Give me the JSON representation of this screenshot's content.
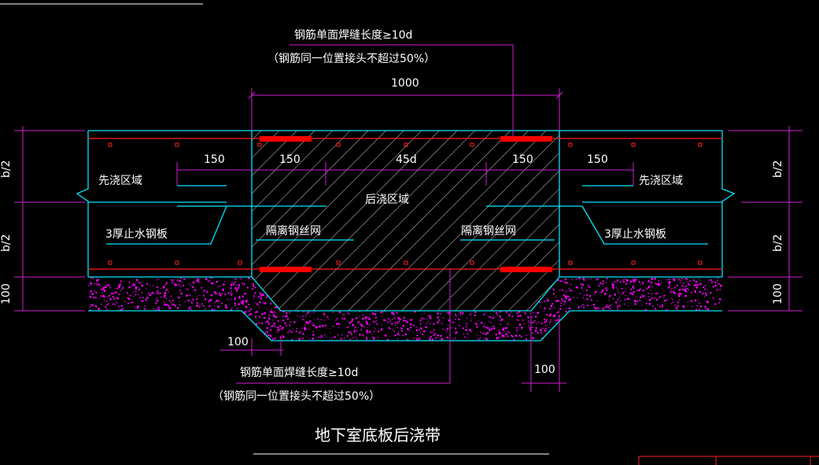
{
  "title": "地下室底板后浇带",
  "colors": {
    "background": "#000000",
    "slab_outline": "#00e5ff",
    "dimension": "#d020d0",
    "rebar": "#ff2020",
    "weld": "#ff0000",
    "hatch": "#d8d8d8",
    "concrete_speckle": "#ff00ff",
    "text": "#ffffff"
  },
  "labels": {
    "top_note_line1": "钢筋单面焊缝长度≥10d",
    "top_note_line2": "（钢筋同一位置接头不超过50%）",
    "bottom_note_line1": "钢筋单面焊缝长度≥10d",
    "bottom_note_line2": "（钢筋同一位置接头不超过50%）",
    "pre_pour_left": "先浇区域",
    "pre_pour_right": "先浇区域",
    "post_pour": "后浇区域",
    "mesh_left": "隔离钢丝网",
    "mesh_right": "隔离钢丝网",
    "waterstop_left": "3厚止水钢板",
    "waterstop_right": "3厚止水钢板"
  },
  "dimensions": {
    "width_1000": "1000",
    "seg_150_a": "150",
    "seg_150_b": "150",
    "seg_45d": "45d",
    "seg_150_c": "150",
    "seg_150_d": "150",
    "left_b2_top": "b/2",
    "left_b2_bottom": "b/2",
    "left_100": "100",
    "right_b2_top": "b/2",
    "right_b2_bottom": "b/2",
    "right_100": "100",
    "bottom_100_left": "100",
    "bottom_100_right": "100"
  }
}
